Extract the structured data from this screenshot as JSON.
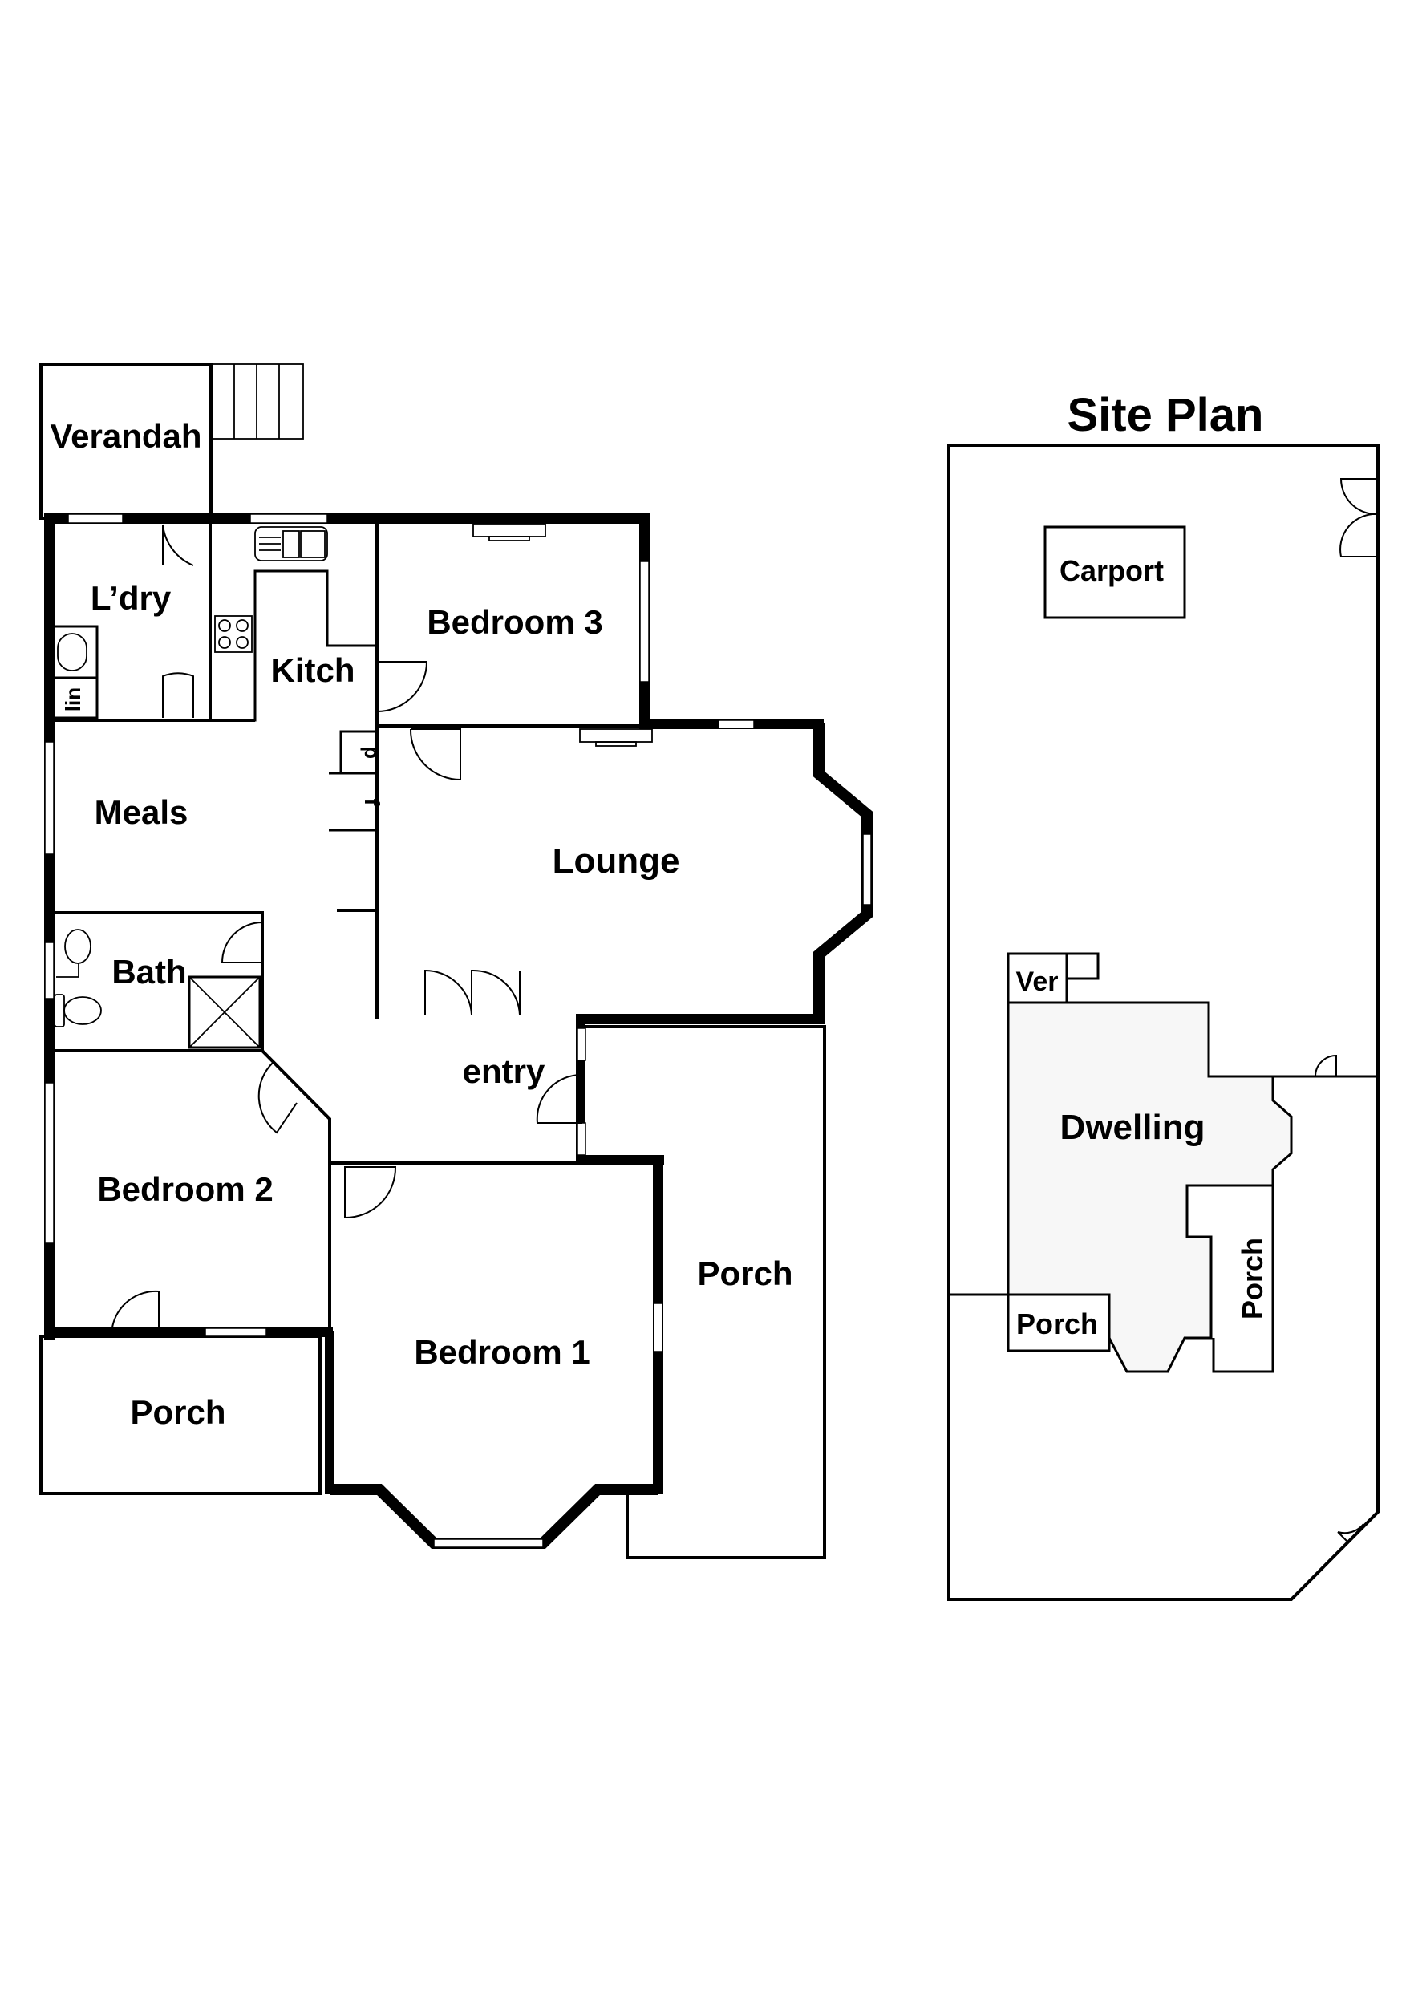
{
  "floor_plan": {
    "rooms": {
      "verandah": "Verandah",
      "laundry": "L’dry",
      "linen": "lin",
      "kitchen": "Kitch",
      "bedroom3": "Bedroom 3",
      "meals": "Meals",
      "pantry": "p",
      "fridge": "f",
      "lounge": "Lounge",
      "bath": "Bath",
      "entry": "entry",
      "bedroom2": "Bedroom 2",
      "bedroom1": "Bedroom 1",
      "porch_rear": "Porch",
      "porch_front": "Porch"
    }
  },
  "site_plan": {
    "title": "Site Plan",
    "labels": {
      "carport": "Carport",
      "verandah": "Ver",
      "dwelling": "Dwelling",
      "porch_side": "Porch",
      "porch_front": "Porch"
    },
    "dwelling_fill": "#f7f7f7"
  },
  "colors": {
    "wall": "#000000",
    "background": "#ffffff"
  }
}
